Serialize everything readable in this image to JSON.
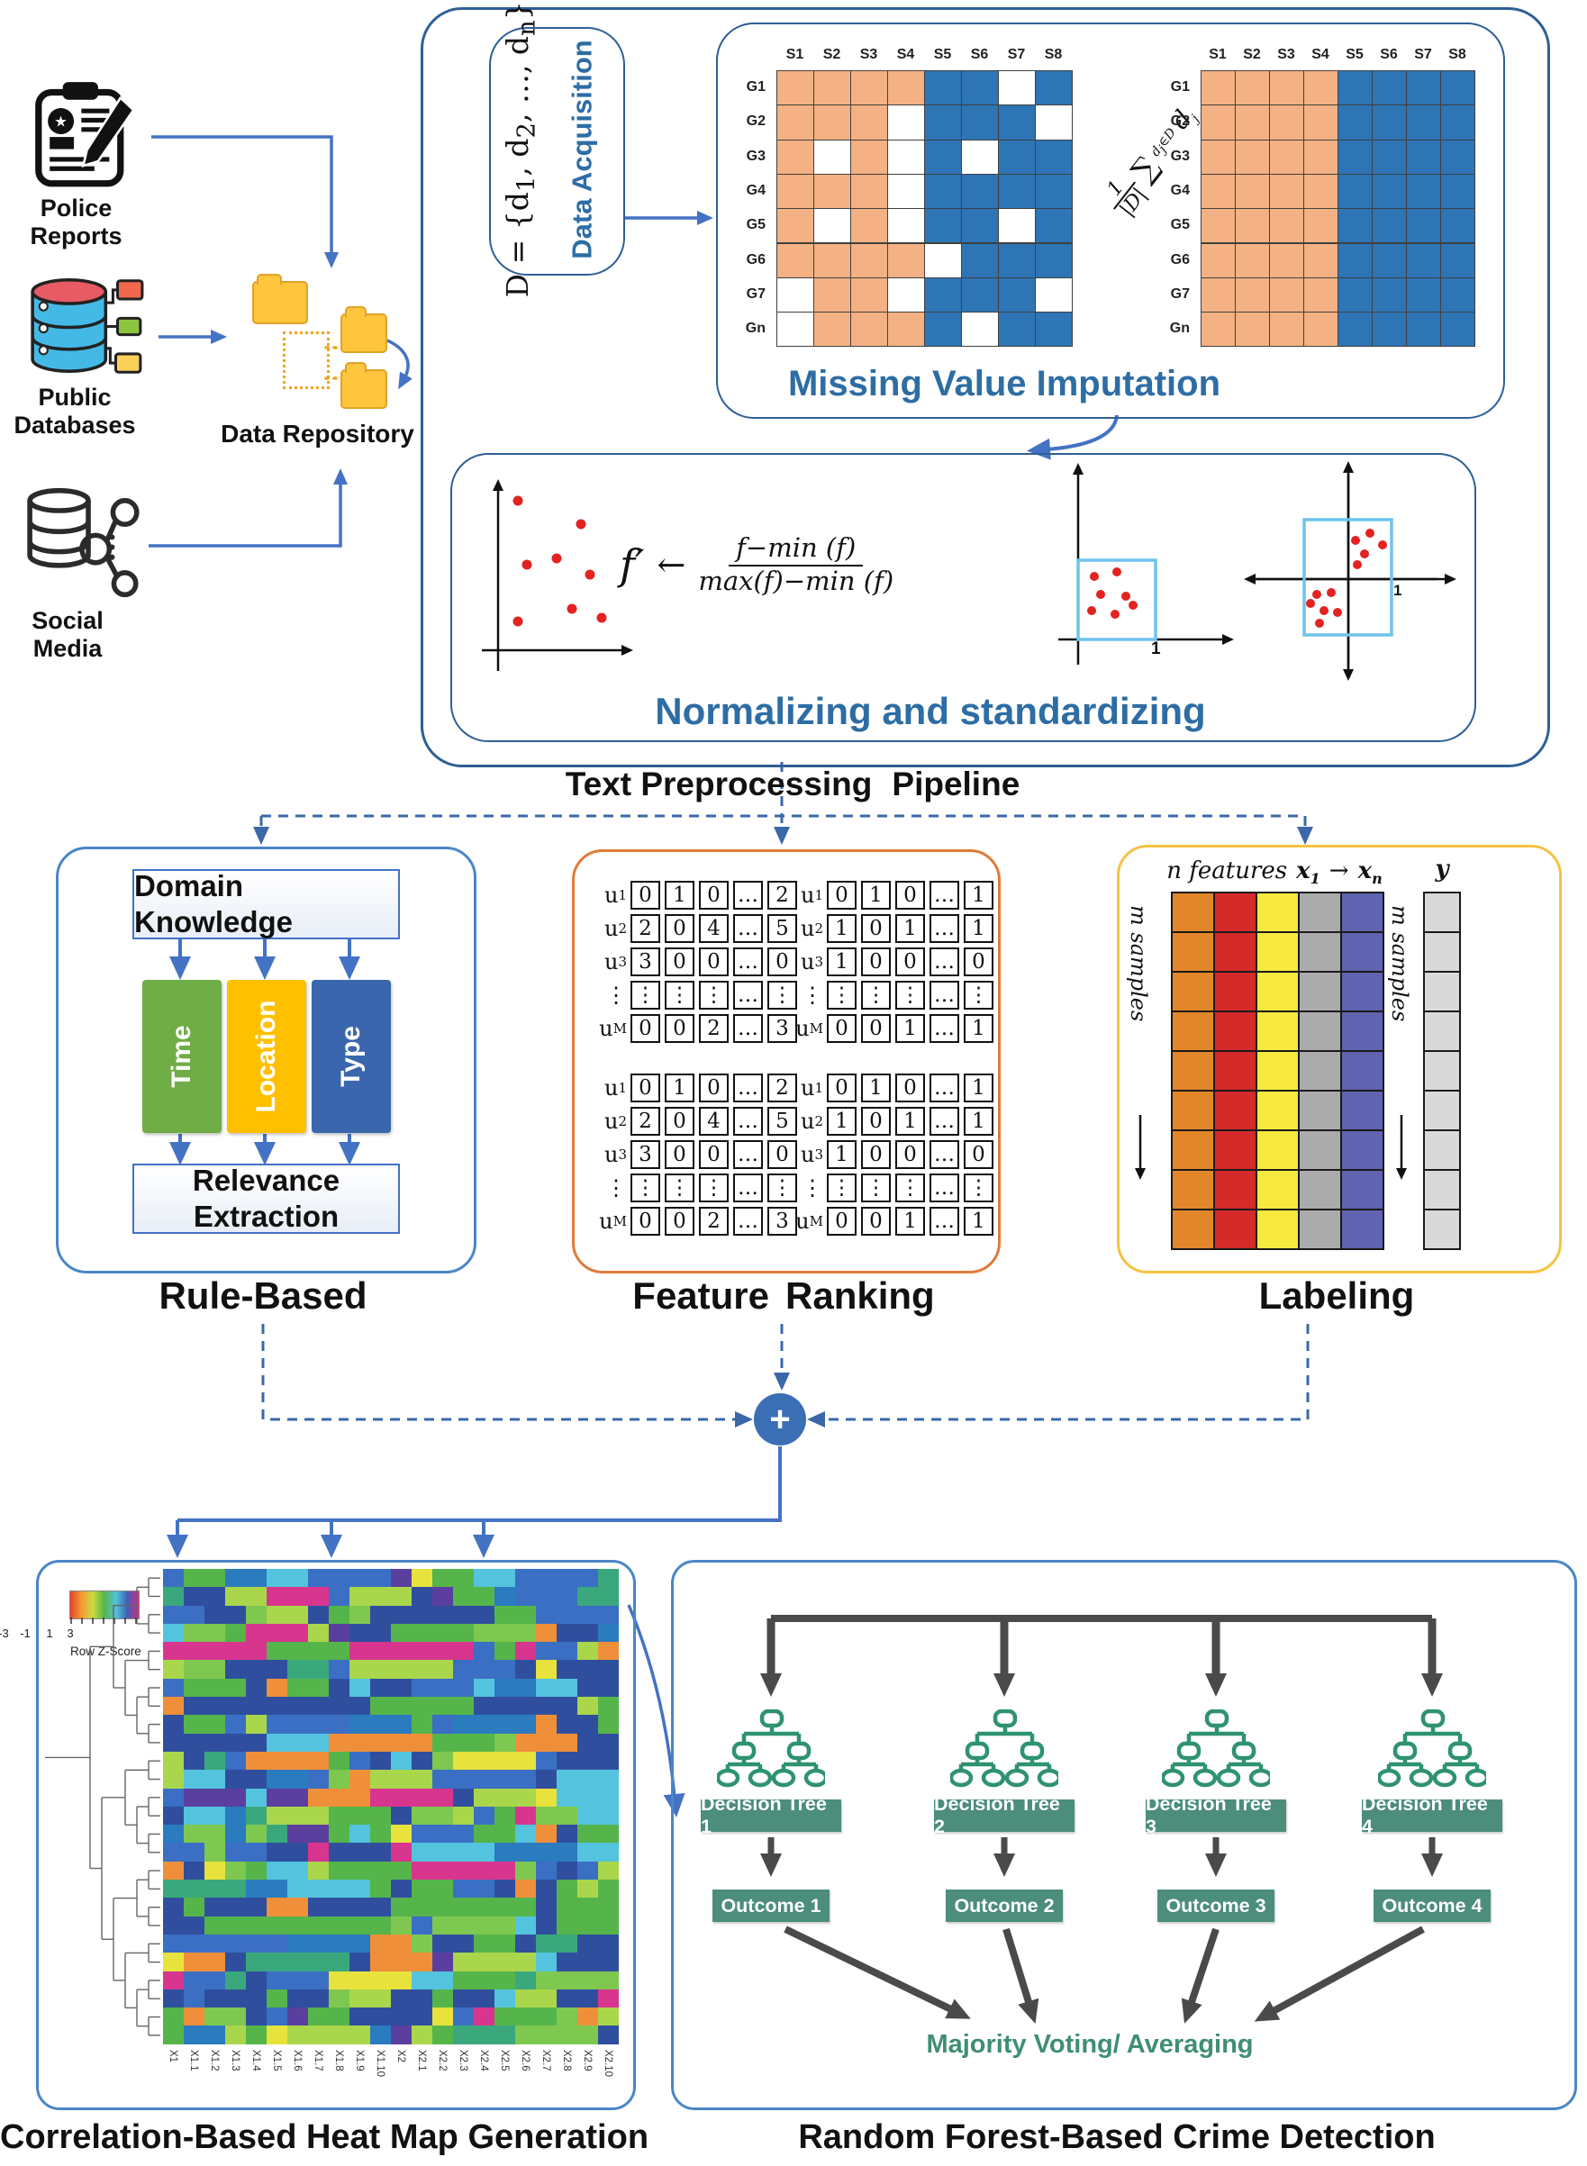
{
  "colors": {
    "box_blue": "#2e5f96",
    "light_blue": "#4a86c8",
    "arrow_blue": "#4472c4",
    "dash_blue": "#3b68a8",
    "head_blue": "#2e6da4",
    "grid_orange": "#f4b183",
    "grid_blue": "#2e75b6",
    "fr_border": "#e07b39",
    "labeling_border": "#f5c242",
    "tree_box_green": "#4c8d7c",
    "tree_icon_green": "#2f9270",
    "vote_green": "#3f8e76",
    "dark_arrow": "#4a4a4a",
    "dot_red": "#e32222",
    "scatter_box": "#6ec3ec",
    "folder_yellow": "#ffc53d"
  },
  "sources": {
    "police": {
      "line1": "Police",
      "line2": "Reports"
    },
    "public_db": {
      "line1": "Public",
      "line2": "Databases"
    },
    "social": {
      "line1": "Social",
      "line2": "Media"
    },
    "repository": {
      "label": "Data Repository"
    }
  },
  "acquisition": {
    "title": "Data Acquisition",
    "formula": [
      [
        "t",
        "D = {d"
      ],
      [
        "s",
        "1"
      ],
      [
        "t",
        ", d"
      ],
      [
        "s",
        "2"
      ],
      [
        "t",
        ", …, d"
      ],
      [
        "s",
        "n"
      ],
      [
        "t",
        "}"
      ]
    ]
  },
  "imputation": {
    "title": "Missing Value Imputation",
    "col_headers": [
      "S1",
      "S2",
      "S3",
      "S4",
      "S5",
      "S6",
      "S7",
      "S8"
    ],
    "row_headers": [
      "G1",
      "G2",
      "G3",
      "G4",
      "G5",
      "G6",
      "G7",
      "Gn"
    ],
    "left_grid": [
      "OOOOBBWB",
      "OOOWBBBW",
      "OWOWBWBB",
      "OOOWBBBB",
      "OWOWBBWB",
      "OOOOWBBB",
      "WOOWBBBW",
      "WOOOBWBB"
    ],
    "right_grid": [
      "OOOOBBBB",
      "OOOOBBBB",
      "OOOOBBBB",
      "OOOOBBBB",
      "OOOOBBBB",
      "OOOOBBBB",
      "OOOOBBBB",
      "OOOOBBBB"
    ],
    "formula": {
      "num": "1",
      "den": "|D|",
      "sum": "∑",
      "sub": [
        [
          "t",
          "d"
        ],
        [
          "s",
          "j"
        ],
        [
          "t",
          "∈D"
        ]
      ],
      "arg": [
        [
          "t",
          "d"
        ],
        [
          "s",
          "j"
        ]
      ]
    }
  },
  "normalizing": {
    "title": "Normalizing and standardizing",
    "fprime": "f′",
    "arrow": "←",
    "numerator": "f−min (f)",
    "denominator": "max(f)−min (f)",
    "tick1": "1",
    "tick2": "1"
  },
  "pipeline_label": {
    "left": "Text Preprocessing",
    "right": "Pipeline"
  },
  "rule_based": {
    "title": "Rule-Based",
    "domain_knowledge": "Domain Knowledge",
    "factors": [
      {
        "label": "Time",
        "color": "#70ad47"
      },
      {
        "label": "Location",
        "color": "#ffc000"
      },
      {
        "label": "Type",
        "color": "#3a66ad"
      }
    ],
    "relevance_line1": "Relevance",
    "relevance_line2": "Extraction"
  },
  "feature_ranking": {
    "title_left": "Feature",
    "title_right": "Ranking",
    "row_labels": [
      "u1",
      "u2",
      "u3",
      "⋮",
      "uM"
    ],
    "matrix_a": [
      [
        "0",
        "1",
        "0",
        "…",
        "2"
      ],
      [
        "2",
        "0",
        "4",
        "…",
        "5"
      ],
      [
        "3",
        "0",
        "0",
        "…",
        "0"
      ],
      [
        "⋮",
        "⋮",
        "⋮",
        "…",
        "⋮"
      ],
      [
        "0",
        "0",
        "2",
        "…",
        "3"
      ]
    ],
    "matrix_b": [
      [
        "0",
        "1",
        "0",
        "…",
        "1"
      ],
      [
        "1",
        "0",
        "1",
        "…",
        "1"
      ],
      [
        "1",
        "0",
        "0",
        "…",
        "0"
      ],
      [
        "⋮",
        "⋮",
        "⋮",
        "…",
        "⋮"
      ],
      [
        "0",
        "0",
        "1",
        "…",
        "1"
      ]
    ]
  },
  "labeling": {
    "title": "Labeling",
    "header_n": "n features",
    "header_x": "x",
    "header_x1sub": "1",
    "header_arrow": "→",
    "header_xnsub": "n",
    "header_y": "y",
    "m_samples": "m samples",
    "rows": 9,
    "feature_colors": [
      "#e2862c",
      "#d42a2a",
      "#f7e93d",
      "#ababab",
      "#5f63b0"
    ],
    "y_color": "#d9d9d9"
  },
  "combiner": {
    "plus": "+"
  },
  "heatmap": {
    "title": "Correlation-Based Heat Map Generation",
    "scale_ticks": [
      "-3",
      "-1",
      "1",
      "3"
    ],
    "scale_label": "Row Z-Score",
    "x_labels": [
      "X1",
      "X1.1",
      "X1.2",
      "X1.3",
      "X1.4",
      "X1.5",
      "X1.6",
      "X1.7",
      "X1.8",
      "X1.9",
      "X1.10",
      "X2",
      "X2.1",
      "X2.2",
      "X2.3",
      "X2.4",
      "X2.5",
      "X2.6",
      "X2.7",
      "X2.8",
      "X2.9",
      "X2.10"
    ],
    "rows": 26,
    "palette": [
      "#2f4f9e",
      "#2f4f9e",
      "#2f4f9e",
      "#2f4f9e",
      "#3a6fc4",
      "#3a6fc4",
      "#3a6fc4",
      "#2b7bbf",
      "#2b7bbf",
      "#54c4de",
      "#54c4de",
      "#3aa87c",
      "#55b54a",
      "#55b54a",
      "#55b54a",
      "#55b54a",
      "#7ec850",
      "#7ec850",
      "#aad64b",
      "#aad64b",
      "#e8e23c",
      "#ef8f39",
      "#d8358f",
      "#5b3f9e"
    ]
  },
  "forest": {
    "title": "Random Forest-Based Crime Detection",
    "trees": [
      "Decision Tree 1",
      "Decision Tree 2",
      "Decision Tree 3",
      "Decision Tree 4"
    ],
    "outcomes": [
      "Outcome 1",
      "Outcome 2",
      "Outcome 3",
      "Outcome 4"
    ],
    "voting": "Majority Voting/ Averaging"
  }
}
